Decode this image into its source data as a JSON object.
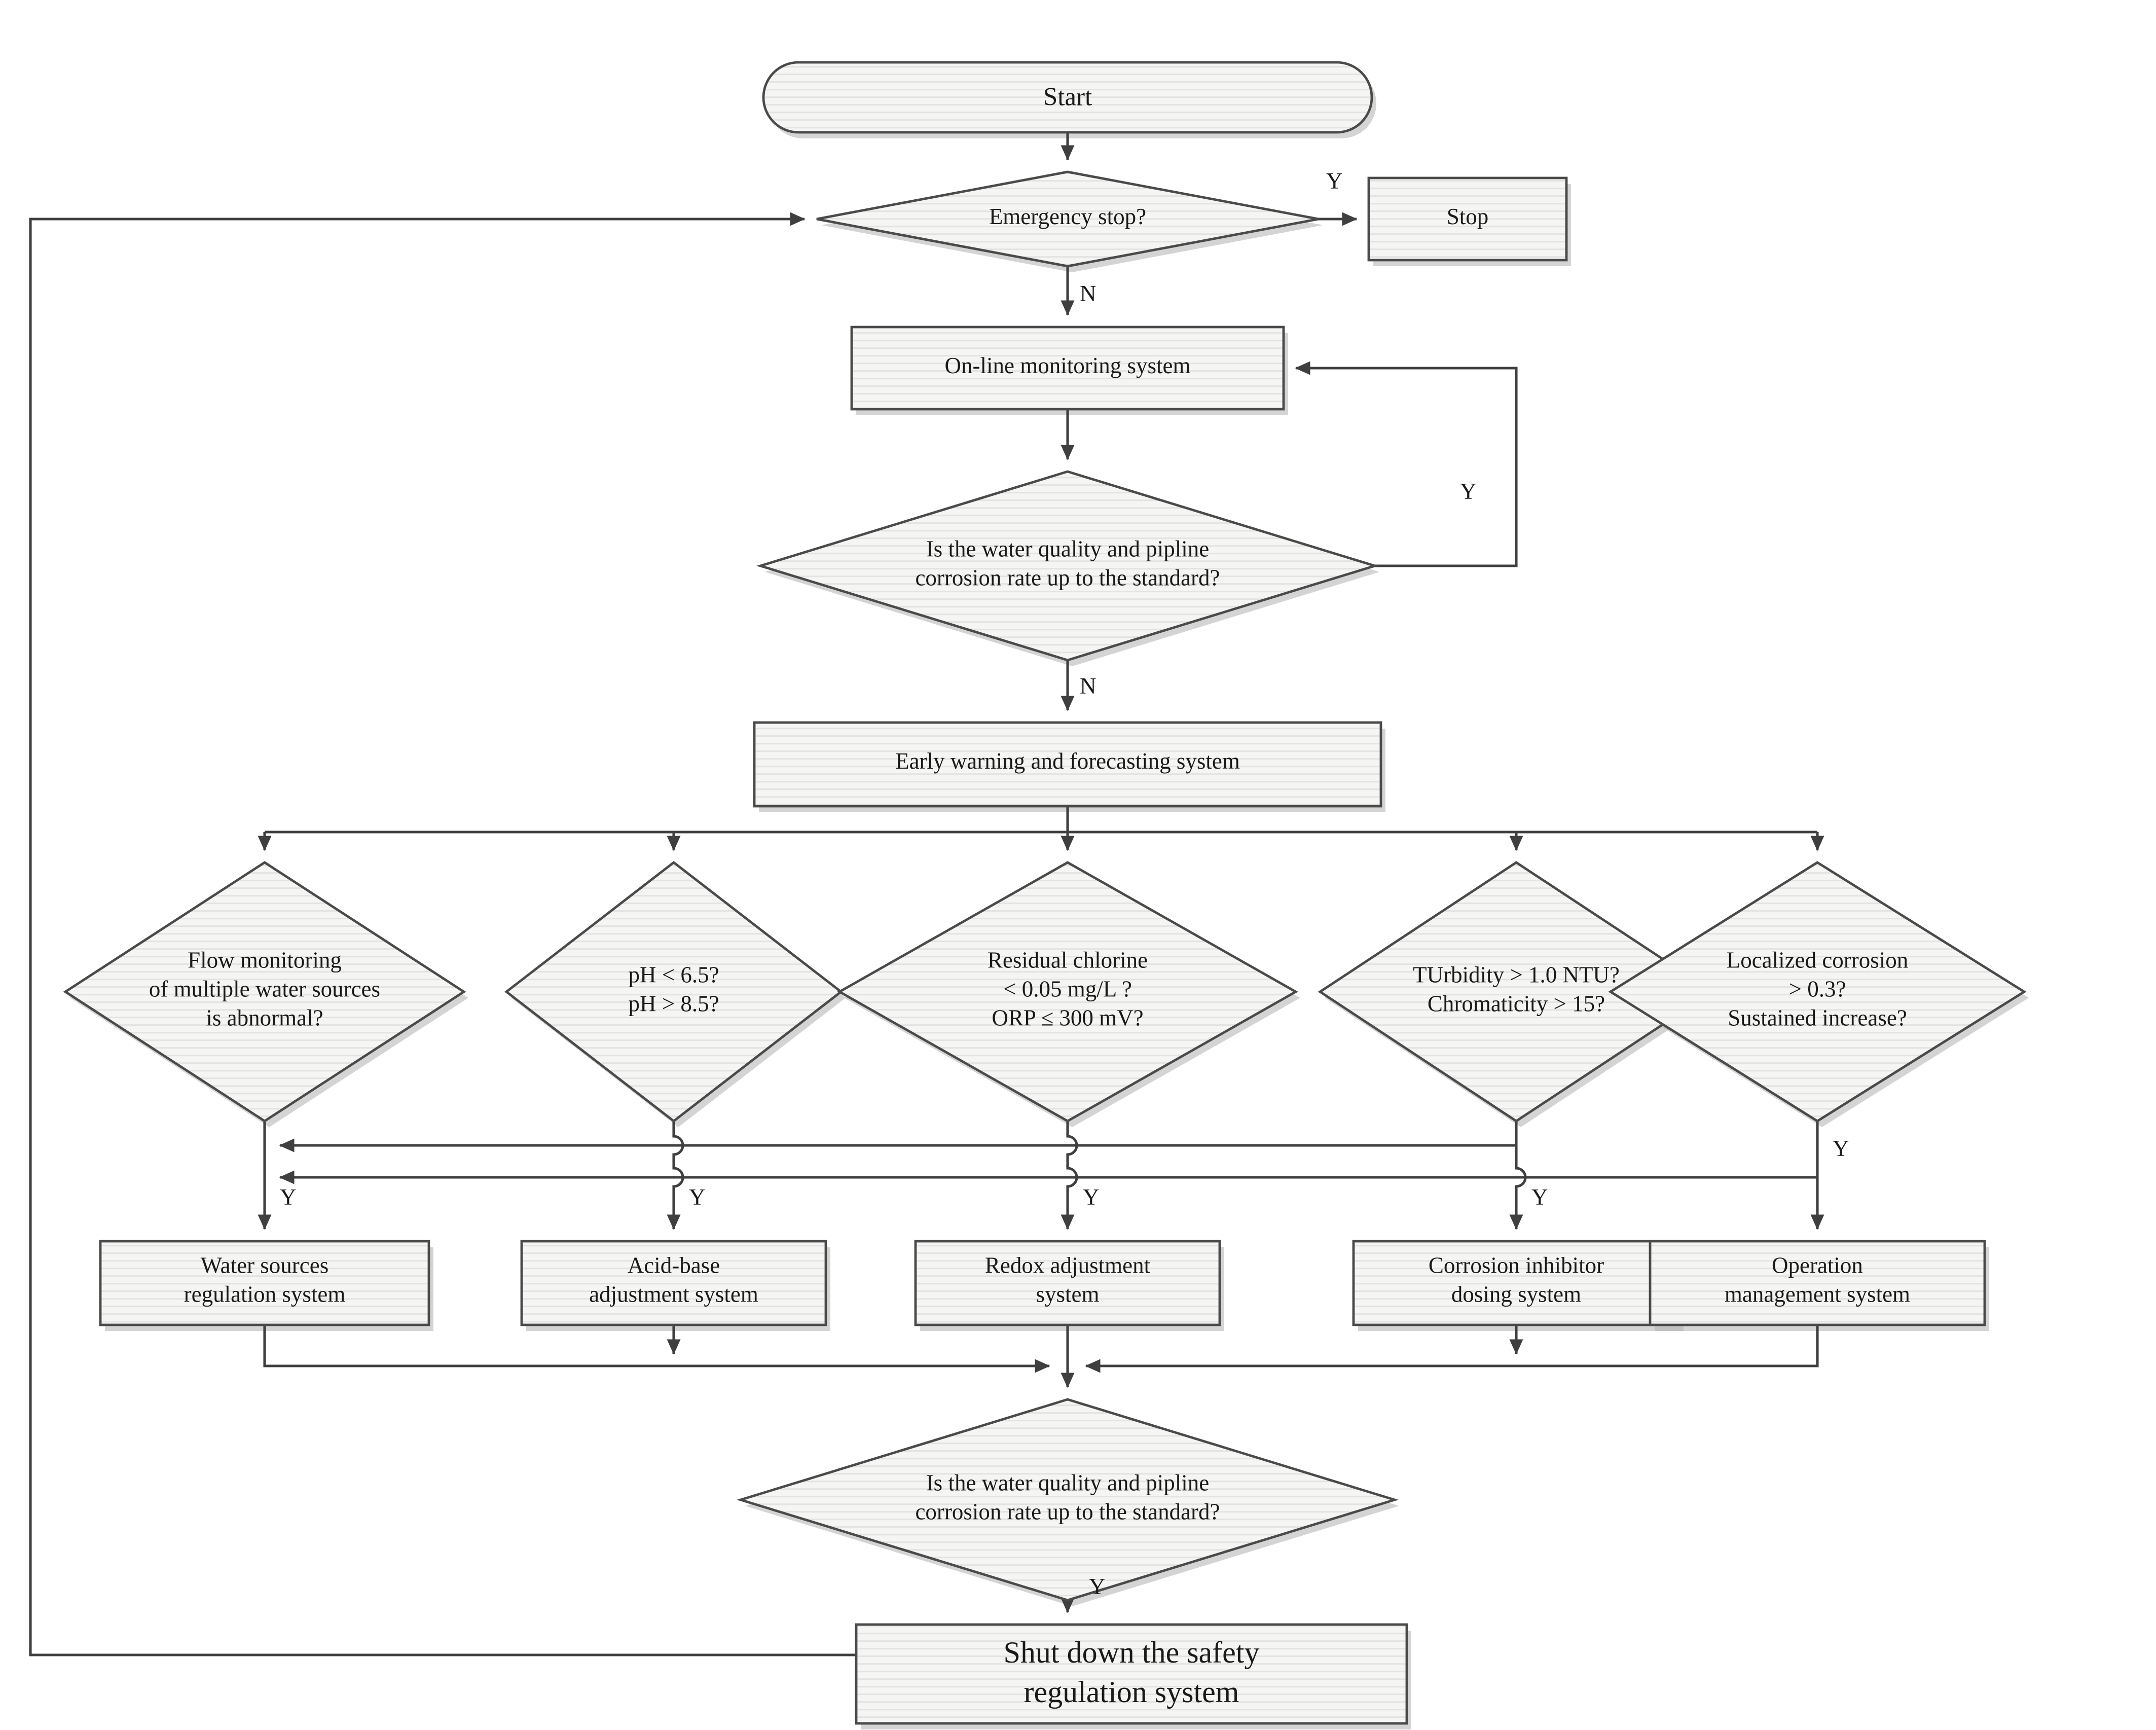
{
  "diagram": {
    "kind": "flowchart",
    "nodes": {
      "start": {
        "label": "Start",
        "shape": "terminator"
      },
      "emergency_stop": {
        "label": "Emergency stop?",
        "shape": "decision"
      },
      "stop": {
        "label": "Stop",
        "shape": "process"
      },
      "online_monitoring": {
        "label": "On-line monitoring system",
        "shape": "process"
      },
      "standard_check_1": {
        "line1": "Is the water quality and pipline",
        "line2": "corrosion rate up to the standard?",
        "shape": "decision"
      },
      "early_warning": {
        "label": "Early warning and forecasting system",
        "shape": "process"
      },
      "flow_monitoring": {
        "line1": "Flow monitoring",
        "line2": "of multiple water sources",
        "line3": "is abnormal?",
        "shape": "decision"
      },
      "ph_check": {
        "line1": "pH < 6.5?",
        "line2": "pH > 8.5?",
        "shape": "decision"
      },
      "residual_chlorine": {
        "line1": "Residual chlorine",
        "line2": "< 0.05 mg/L ?",
        "line3": "ORP ≤ 300 mV?",
        "shape": "decision"
      },
      "turbidity": {
        "line1": "TUrbidity > 1.0 NTU?",
        "line2": "Chromaticity > 15?",
        "shape": "decision"
      },
      "localized_corrosion": {
        "line1": "Localized corrosion",
        "line2": "> 0.3?",
        "line3": "Sustained increase?",
        "shape": "decision"
      },
      "water_sources": {
        "line1": "Water sources",
        "line2": "regulation system",
        "shape": "process"
      },
      "acid_base": {
        "line1": "Acid-base",
        "line2": "adjustment system",
        "shape": "process"
      },
      "redox": {
        "line1": "Redox adjustment",
        "line2": "system",
        "shape": "process"
      },
      "corrosion_inhibitor": {
        "line1": "Corrosion inhibitor",
        "line2": "dosing system",
        "shape": "process"
      },
      "operation_management": {
        "line1": "Operation",
        "line2": "management system",
        "shape": "process"
      },
      "standard_check_2": {
        "line1": "Is the water quality and pipline",
        "line2": "corrosion rate up to the standard?",
        "shape": "decision"
      },
      "shutdown": {
        "line1": "Shut down the safety",
        "line2": "regulation system",
        "shape": "process"
      }
    },
    "edge_labels": {
      "yes": "Y",
      "no": "N"
    },
    "edges": [
      {
        "from": "start",
        "to": "emergency_stop"
      },
      {
        "from": "emergency_stop",
        "to": "stop",
        "label": "Y"
      },
      {
        "from": "emergency_stop",
        "to": "online_monitoring",
        "label": "N"
      },
      {
        "from": "online_monitoring",
        "to": "standard_check_1"
      },
      {
        "from": "standard_check_1",
        "to": "online_monitoring",
        "label": "Y"
      },
      {
        "from": "standard_check_1",
        "to": "early_warning",
        "label": "N"
      },
      {
        "from": "early_warning",
        "to": "flow_monitoring"
      },
      {
        "from": "early_warning",
        "to": "ph_check"
      },
      {
        "from": "early_warning",
        "to": "residual_chlorine"
      },
      {
        "from": "early_warning",
        "to": "turbidity"
      },
      {
        "from": "early_warning",
        "to": "localized_corrosion"
      },
      {
        "from": "flow_monitoring",
        "to": "water_sources",
        "label": "Y"
      },
      {
        "from": "ph_check",
        "to": "acid_base",
        "label": "Y"
      },
      {
        "from": "residual_chlorine",
        "to": "redox",
        "label": "Y"
      },
      {
        "from": "turbidity",
        "to": "corrosion_inhibitor",
        "label": "Y"
      },
      {
        "from": "turbidity",
        "to": "water_sources",
        "label": "Y"
      },
      {
        "from": "localized_corrosion",
        "to": "operation_management",
        "label": "Y"
      },
      {
        "from": "localized_corrosion",
        "to": "water_sources",
        "label": "Y"
      },
      {
        "from": "water_sources",
        "to": "standard_check_2"
      },
      {
        "from": "acid_base",
        "to": "standard_check_2"
      },
      {
        "from": "redox",
        "to": "standard_check_2"
      },
      {
        "from": "corrosion_inhibitor",
        "to": "standard_check_2"
      },
      {
        "from": "operation_management",
        "to": "standard_check_2"
      },
      {
        "from": "standard_check_2",
        "to": "shutdown",
        "label": "Y"
      },
      {
        "from": "shutdown",
        "to": "emergency_stop"
      }
    ],
    "colors": {
      "background": "#ffffff",
      "node_fill": "#f5f5f4",
      "node_scanline": "#e3e3e1",
      "node_border": "#4a4a4a",
      "connector": "#3f3f3f",
      "shadow": "#b0b0b0",
      "text": "#1a1a1a"
    }
  }
}
